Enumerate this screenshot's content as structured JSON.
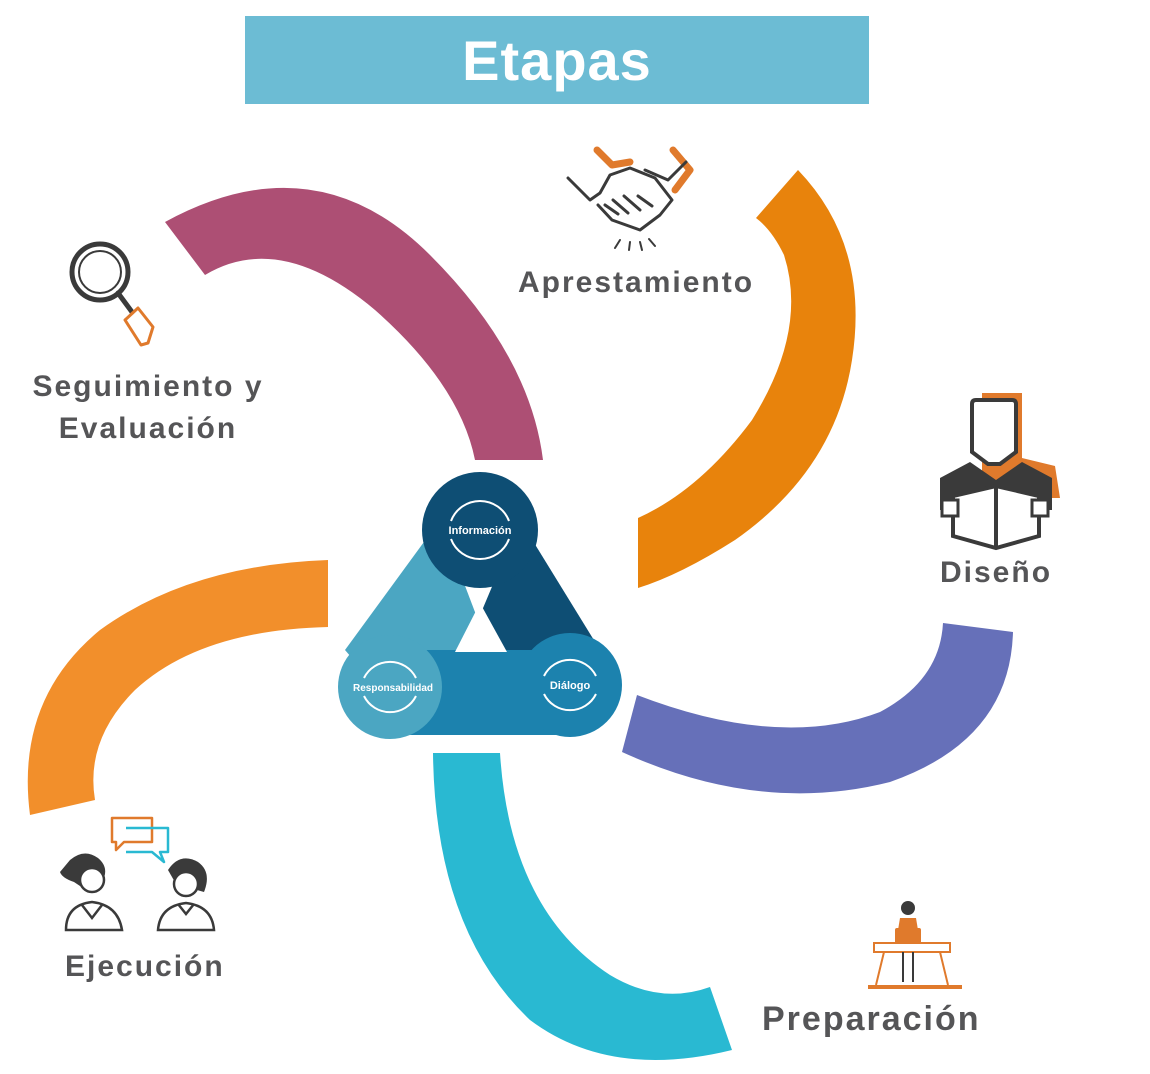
{
  "title": "Etapas",
  "stages": [
    {
      "label": "Apresta­miento",
      "icon": "handshake-icon",
      "color": "#e8830c"
    },
    {
      "label": "Diseño",
      "icon": "person-reading-icon",
      "color": "#6670b9"
    },
    {
      "label": "Preparación",
      "icon": "person-at-desk-icon",
      "color": "#29b9d2"
    },
    {
      "label": "Ejecución",
      "icon": "two-people-talking-icon",
      "color": "#f28f2b"
    },
    {
      "label": "Seguimiento y Evaluación",
      "icon": "magnifier-icon",
      "color": "#ad4f74"
    }
  ],
  "center": {
    "nodes": [
      "Información",
      "Responsabilidad",
      "Diálogo"
    ],
    "colors": [
      "#0e4e74",
      "#4ba6c2",
      "#1c82ae"
    ]
  }
}
